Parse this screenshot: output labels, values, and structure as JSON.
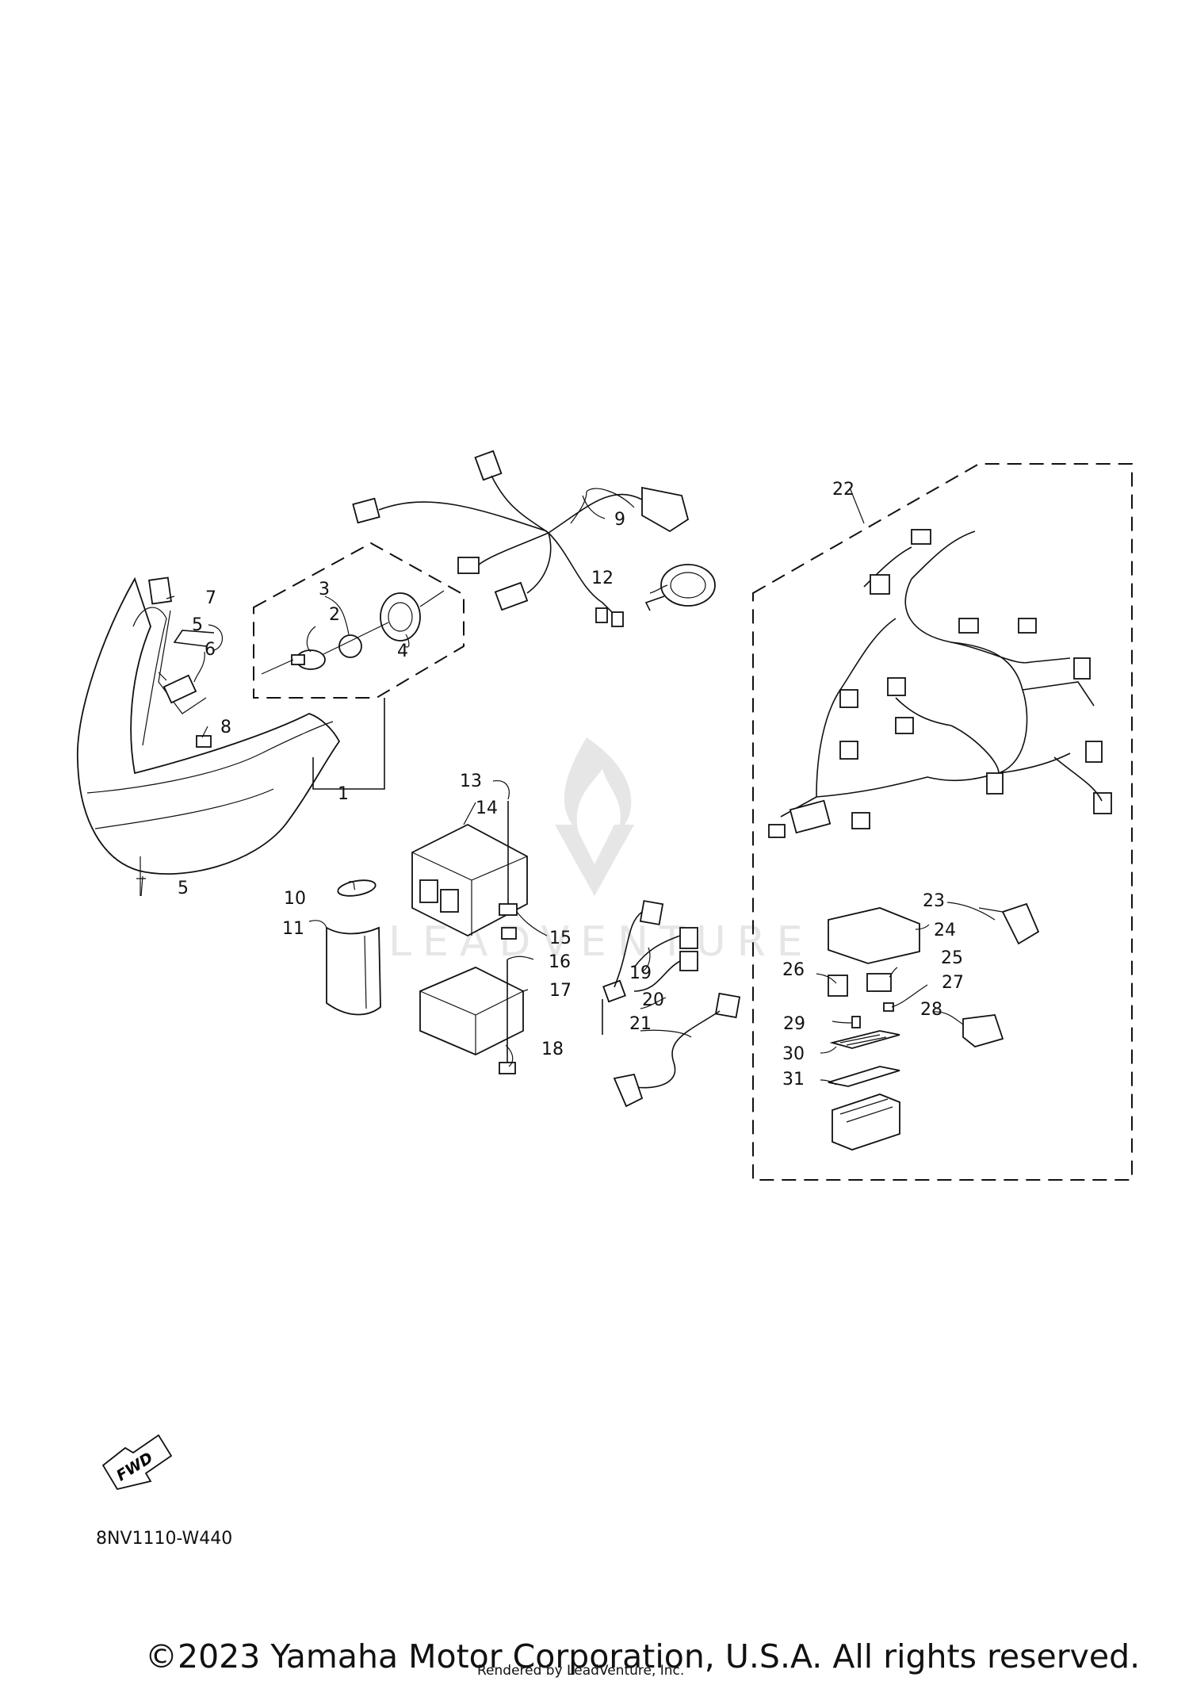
{
  "diagram": {
    "callouts": [
      "1",
      "2",
      "3",
      "4",
      "5",
      "5",
      "6",
      "7",
      "8",
      "9",
      "10",
      "11",
      "12",
      "13",
      "14",
      "15",
      "16",
      "17",
      "18",
      "19",
      "20",
      "21",
      "22",
      "23",
      "24",
      "25",
      "26",
      "27",
      "28",
      "29",
      "30",
      "31"
    ],
    "fwd_label": "FWD",
    "watermark": "LEADVENTURE",
    "code": "8NV1110-W440"
  },
  "footer": {
    "copyright": "©2023 Yamaha Motor Corporation, U.S.A. All rights reserved.",
    "rendered_by": "Rendered by LeadVenture, Inc."
  }
}
